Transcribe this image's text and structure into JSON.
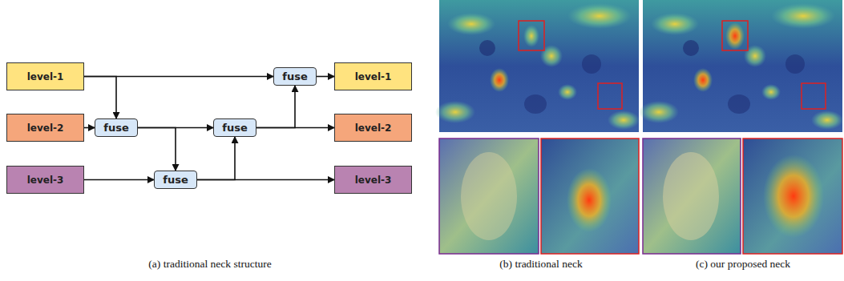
{
  "diagram": {
    "nodes": [
      {
        "text": [
          "level-1"
        ]
      },
      {
        "text": [
          "level-2"
        ]
      },
      {
        "text": [
          "level-3"
        ]
      },
      {
        "text": [
          "fuse"
        ]
      },
      {
        "text": [
          "fuse"
        ]
      },
      {
        "text": [
          "fuse"
        ]
      },
      {
        "text": [
          "fuse"
        ]
      },
      {
        "text": [
          "level-1"
        ]
      },
      {
        "text": [
          "level-2"
        ]
      },
      {
        "text": [
          "level-3"
        ]
      }
    ],
    "edges": [
      {
        "from": 0,
        "to": 6,
        "arrow": "to"
      },
      {
        "from": 0,
        "to": 3,
        "arrow": "to"
      },
      {
        "from": 1,
        "to": 3,
        "arrow": "to"
      },
      {
        "from": 3,
        "to": 5,
        "arrow": "to"
      },
      {
        "from": 3,
        "to": 4,
        "arrow": "to"
      },
      {
        "from": 2,
        "to": 4,
        "arrow": "to"
      },
      {
        "from": 4,
        "to": 9,
        "arrow": "to"
      },
      {
        "from": 4,
        "to": 5,
        "arrow": "to"
      },
      {
        "from": 5,
        "to": 8,
        "arrow": "to"
      },
      {
        "from": 5,
        "to": 6,
        "arrow": "to"
      },
      {
        "from": 6,
        "to": 7,
        "arrow": "to"
      }
    ],
    "labels": [
      "(a) traditional neck structure",
      "(b) traditional neck",
      "(c) our proposed neck"
    ]
  }
}
